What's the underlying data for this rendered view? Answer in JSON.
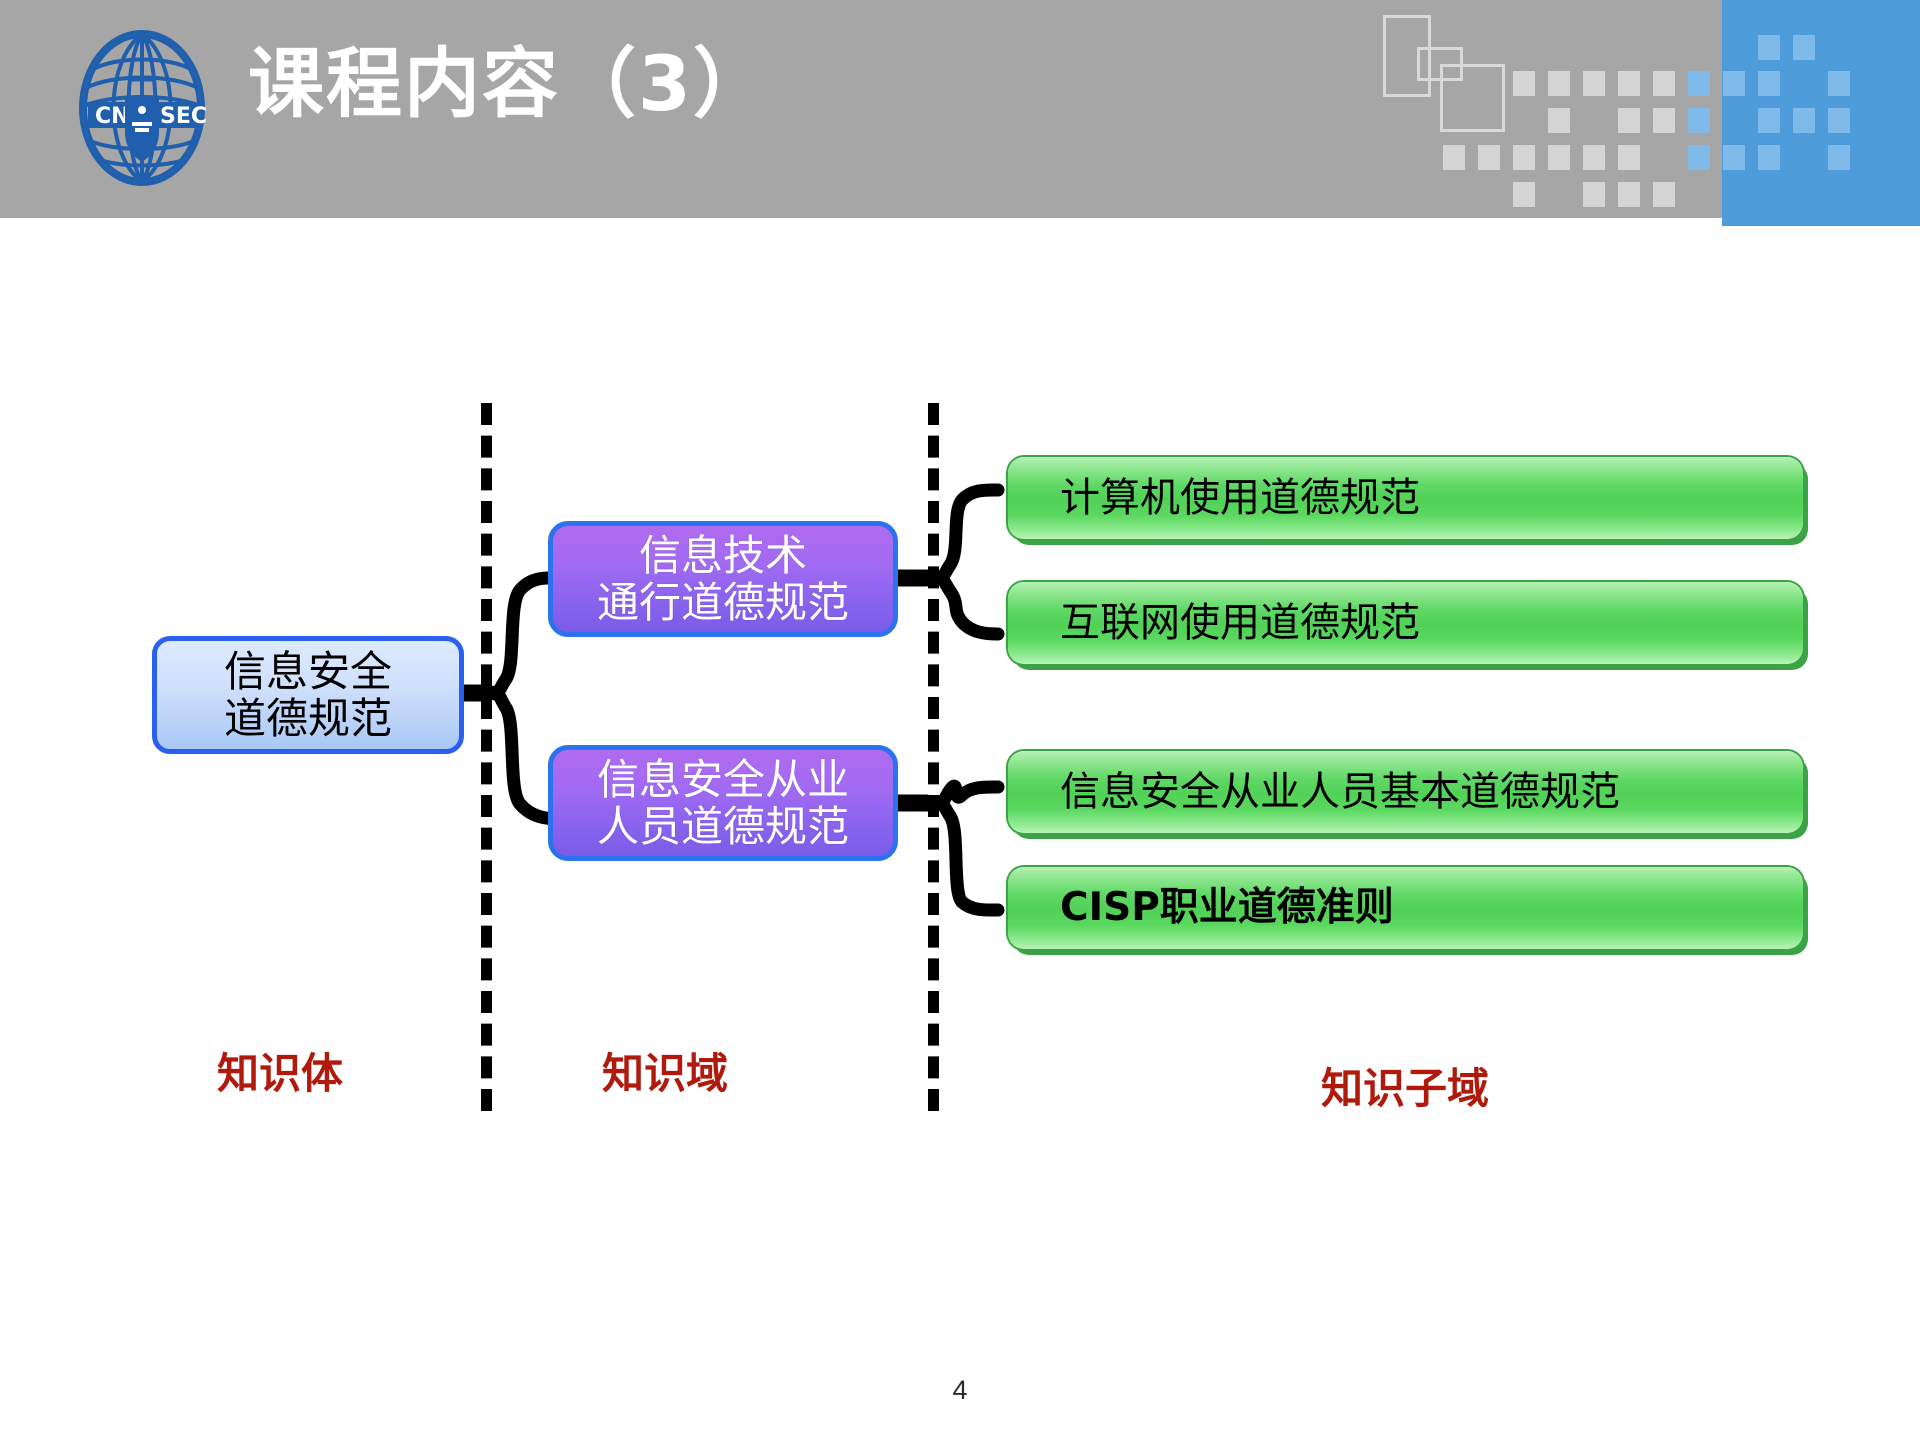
{
  "slide": {
    "title": "课程内容（3）",
    "page_number": "4",
    "logo_text": "CNITSEC",
    "colors": {
      "header_gray": "#a6a6a6",
      "header_blue": "#4e9cd9",
      "logo_blue": "#1f5fad",
      "root_border": "#2a60f0",
      "domain_purple": "#8a63ee",
      "subdomain_green": "#52d157",
      "axis_label_red": "#b01a0d"
    }
  },
  "diagram": {
    "root": {
      "label": "信息安全\n道德规范"
    },
    "domains": [
      {
        "label": "信息技术\n通行道德规范"
      },
      {
        "label": "信息安全从业\n人员道德规范"
      }
    ],
    "subdomains": [
      {
        "label": "计算机使用道德规范"
      },
      {
        "label": "互联网使用道德规范"
      },
      {
        "label": "信息安全从业人员基本道德规范"
      },
      {
        "label": "CISP职业道德准则"
      }
    ],
    "axis_labels": [
      {
        "label": "知识体"
      },
      {
        "label": "知识域"
      },
      {
        "label": "知识子域"
      }
    ]
  }
}
